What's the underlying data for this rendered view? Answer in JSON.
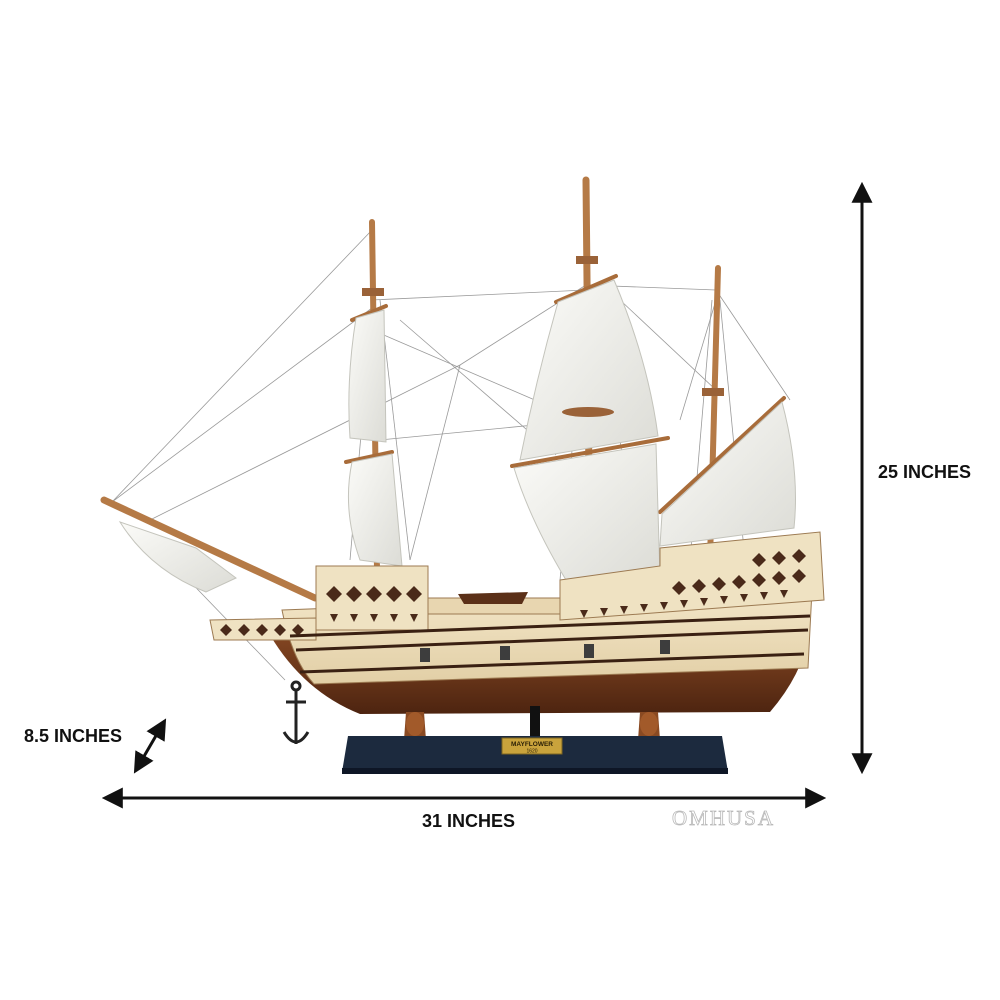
{
  "dimensions": {
    "height_label": "25 INCHES",
    "depth_label": "8.5 INCHES",
    "width_label": "31 INCHES"
  },
  "watermark": "OMHUSA",
  "stand_plaque": {
    "line1": "MAYFLOWER",
    "line2": "1620"
  },
  "colors": {
    "background": "#ffffff",
    "arrow": "#111111",
    "hull_light": "#efe0c0",
    "hull_dark": "#6b3418",
    "sail": "#f2f2ee",
    "stand": "#1c2a3e",
    "plaque": "#c9a33c"
  }
}
